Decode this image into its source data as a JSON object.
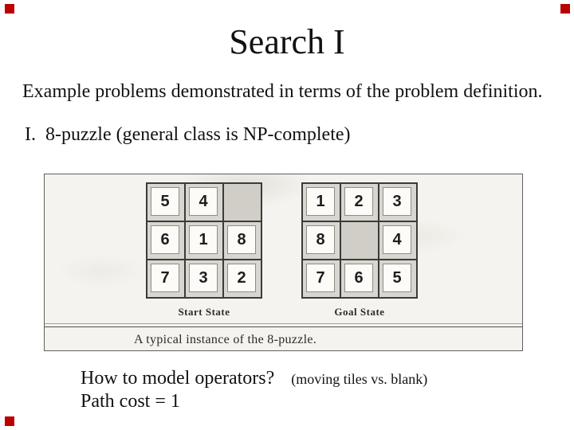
{
  "slide": {
    "title": "Search I",
    "intro": "Example problems demonstrated in terms of the problem definition.",
    "item_heading": "I.  8-puzzle (general class is NP-complete)",
    "figure": {
      "start_state": {
        "label": "Start State",
        "tiles": [
          [
            "5",
            "4",
            ""
          ],
          [
            "6",
            "1",
            "8"
          ],
          [
            "7",
            "3",
            "2"
          ]
        ]
      },
      "goal_state": {
        "label": "Goal State",
        "tiles": [
          [
            "1",
            "2",
            "3"
          ],
          [
            "8",
            "",
            "4"
          ],
          [
            "7",
            "6",
            "5"
          ]
        ]
      },
      "caption": "A typical instance of the 8-puzzle."
    },
    "question": "How to model operators?",
    "question_note": "(moving tiles vs. blank)",
    "path_cost": "Path cost = 1",
    "colors": {
      "corner_marker": "#bb0000",
      "figure_background": "#f4f3ef",
      "cell_background": "#d8d6d0",
      "tile_background": "#fcfbf7"
    }
  }
}
